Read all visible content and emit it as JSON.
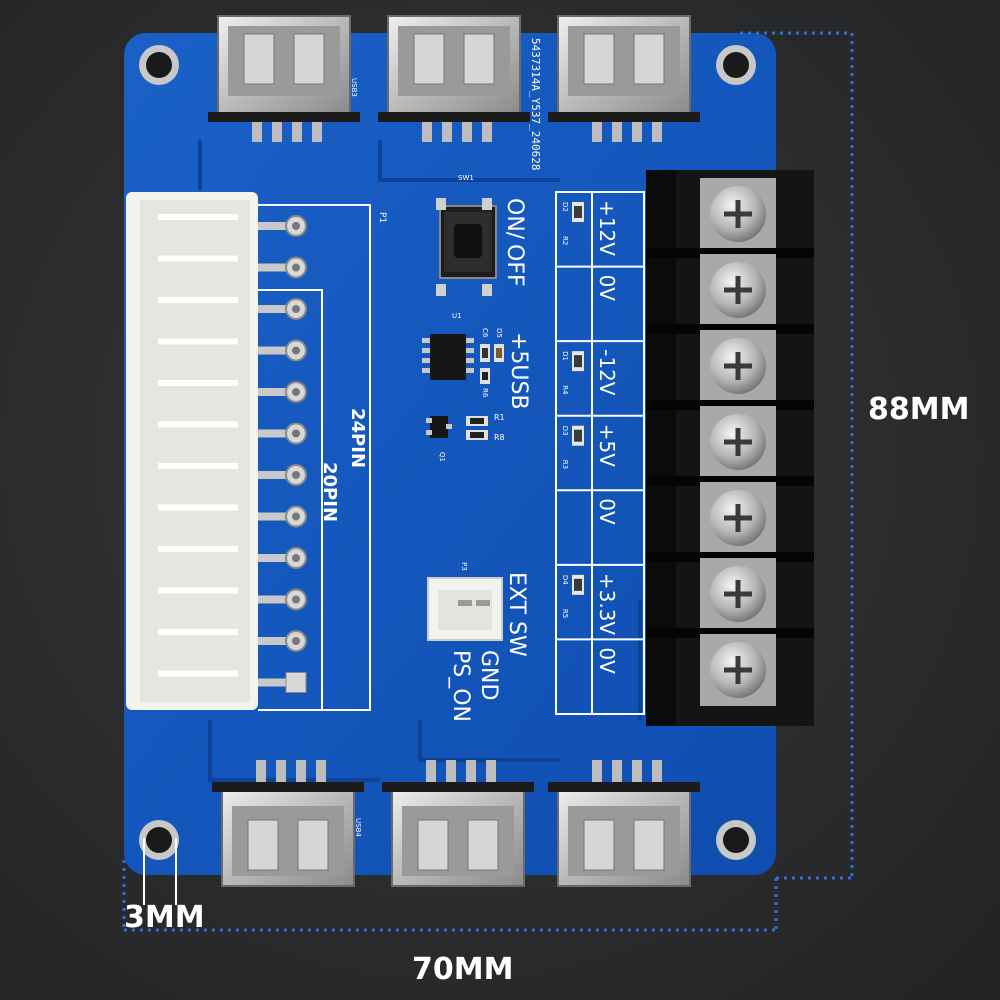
{
  "dimensions": {
    "height_label": "88MM",
    "width_label": "70MM",
    "hole_label": "3MM"
  },
  "board": {
    "board_id": "5437314A_Y537_240628",
    "connector_main_label": "P1",
    "pin_label_24": "24PIN",
    "pin_label_20": "20PIN",
    "switch_ref": "SW1",
    "switch_label_1": "ON/",
    "switch_label_2": "OFF",
    "usb_power_label": "+5USB",
    "ext_sw_label": "EXT SW",
    "gnd_label": "GND",
    "ps_on_label": "PS_ON",
    "header_ref": "P3",
    "ic_ref": "U1",
    "transistor_ref": "Q1",
    "usb_top_ref": "USB3",
    "usb_bottom_ref": "USB4",
    "rails": [
      "+12V",
      "0V",
      "-12V",
      "+5V",
      "0V",
      "+3.3V",
      "0V"
    ],
    "led_refs": [
      "D2",
      "D1",
      "D3",
      "D4"
    ],
    "res_refs": [
      "R2",
      "R4",
      "R3",
      "R5"
    ],
    "small_refs": [
      "C6",
      "D5",
      "R6",
      "R1",
      "R8"
    ]
  },
  "colors": {
    "pcb": "#1255b9",
    "pcb_dark": "#0d46a0",
    "silkscreen": "#ffffff",
    "metal": "#c9c9c9",
    "terminal_block": "#161616",
    "dim_line": "#2f6fd6"
  }
}
